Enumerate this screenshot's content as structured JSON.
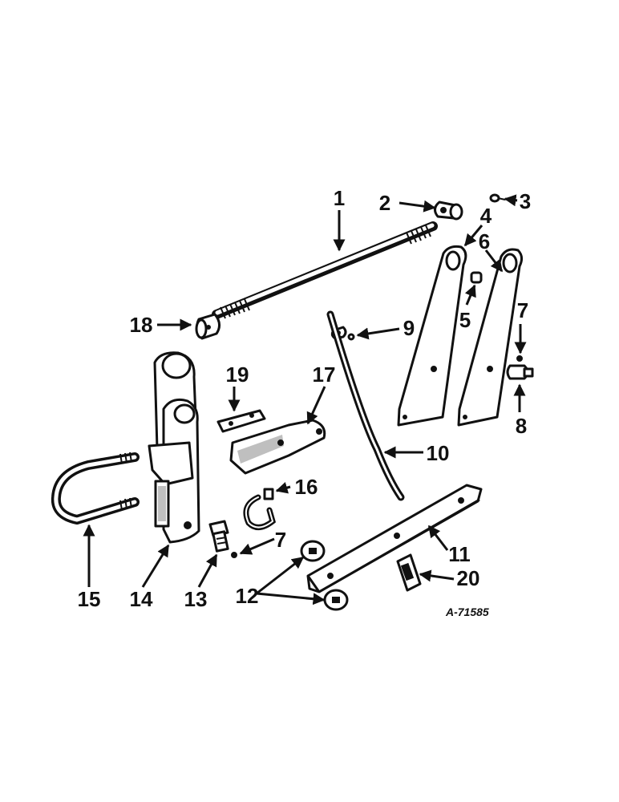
{
  "diagram": {
    "reference_code": "A-71585",
    "callouts": {
      "c1": "1",
      "c2": "2",
      "c3": "3",
      "c4": "4",
      "c5": "5",
      "c6": "6",
      "c7a": "7",
      "c7b": "7",
      "c8": "8",
      "c9": "9",
      "c10": "10",
      "c11": "11",
      "c12": "12",
      "c13": "13",
      "c14": "14",
      "c15": "15",
      "c16": "16",
      "c17": "17",
      "c18": "18",
      "c19": "19",
      "c20": "20"
    }
  }
}
